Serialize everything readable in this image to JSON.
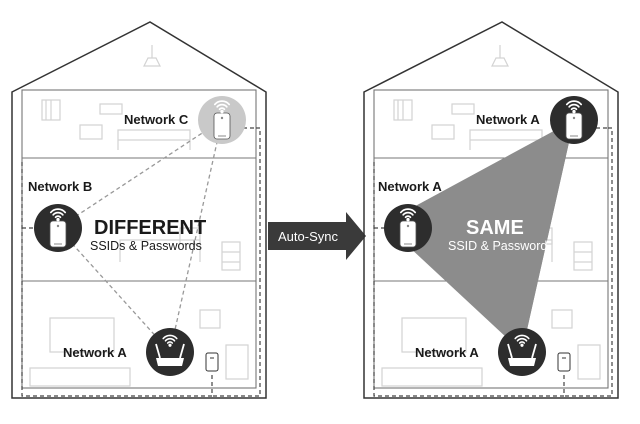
{
  "left_house": {
    "top_node_label": "Network C",
    "middle_node_label": "Network B",
    "bottom_node_label": "Network A",
    "headline": "DIFFERENT",
    "subline": "SSIDs & Passwords"
  },
  "arrow": {
    "label": "Auto-Sync"
  },
  "right_house": {
    "top_node_label": "Network A",
    "middle_node_label": "Network A",
    "bottom_node_label": "Network A",
    "headline": "SAME",
    "subline": "SSID & Password"
  },
  "colors": {
    "dark_disc": "#2d2d2d",
    "light_disc": "#c9c9c9",
    "coverage_fill": "#8c8c8c",
    "arrow_fill": "#3a3a3a"
  },
  "icons": [
    "wifi-icon",
    "range-extender-icon",
    "router-icon",
    "power-adapter-icon"
  ]
}
